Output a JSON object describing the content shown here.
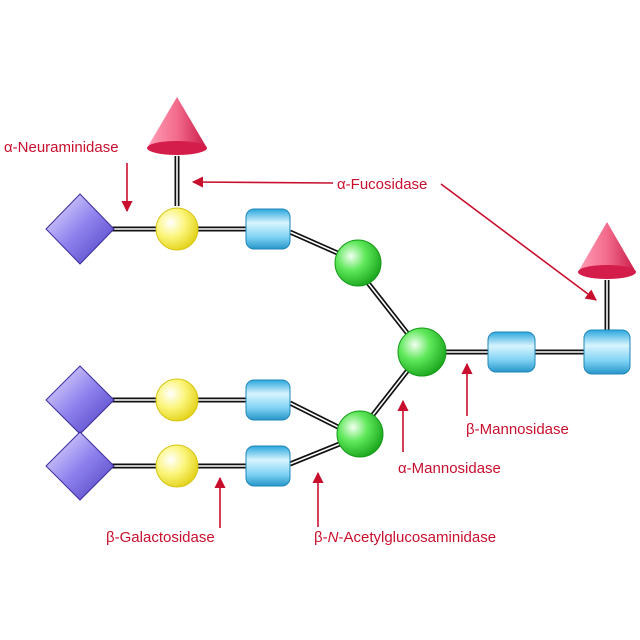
{
  "enzymes": {
    "neuraminidase": {
      "greek": "α",
      "name": "-Neuraminidase"
    },
    "fucosidase": {
      "greek": "α",
      "name": "-Fucosidase"
    },
    "beta_mannosidase": {
      "greek": "β",
      "name": "-Mannosidase"
    },
    "alpha_mannosidase": {
      "greek": "α",
      "name": "-Mannosidase"
    },
    "galactosidase": {
      "greek": "β",
      "name": "-Galactosidase"
    },
    "acetylglucosaminidase": {
      "greek": "β",
      "dash": "-",
      "italic": "N",
      "name": "-Acetylglucosaminidase"
    }
  },
  "colors": {
    "enzyme_text": "#c8102e",
    "arrow": "#c8102e",
    "sialic_acid": "#7d6fe0",
    "galactose": "#f2ec3c",
    "glcnac": "#5cc8ef",
    "mannose": "#39d63b",
    "fucose": "#e23d6b",
    "bond": "#111111"
  }
}
